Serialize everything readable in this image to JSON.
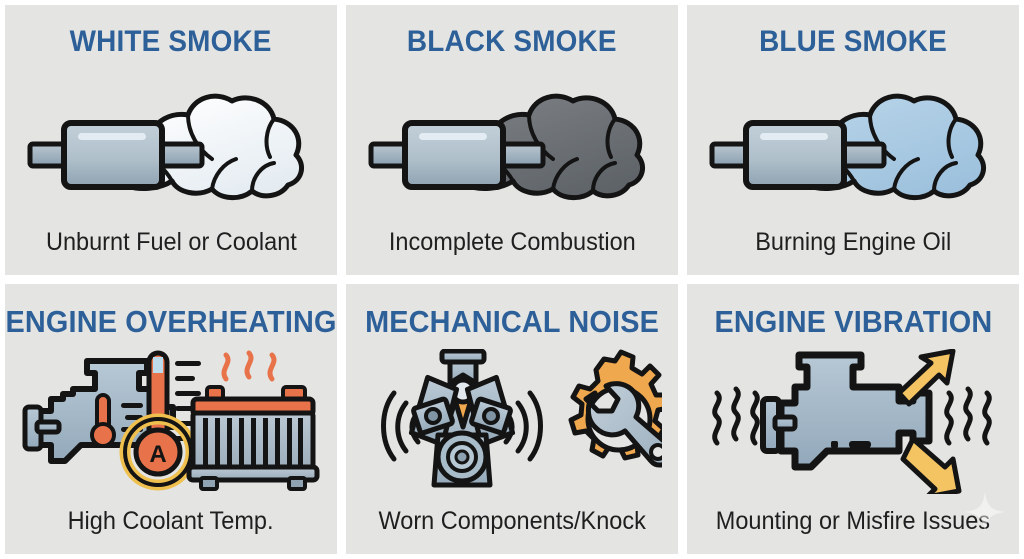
{
  "infographic": {
    "background_color": "#ffffff",
    "panel_background_color": "#e4e4e2",
    "title_color": "#2d6099",
    "caption_color": "#1f1f1f",
    "accent_orange": "#e8734a",
    "accent_gold": "#f0a84e",
    "accent_yellow_arrow": "#f5c462",
    "metal_blue_grey": "#a8bcc9",
    "outline_color": "#141414"
  },
  "panels": [
    {
      "id": "white-smoke",
      "title": "WHITE SMOKE",
      "caption": "Unburnt Fuel or Coolant",
      "icons": [
        "exhaust-muffler-icon",
        "smoke-cloud-icon"
      ],
      "smoke_color": "#f2f6f8",
      "smoke_shadow_color": "#dbe4ea"
    },
    {
      "id": "black-smoke",
      "title": "BLACK SMOKE",
      "caption": "Incomplete Combustion",
      "icons": [
        "exhaust-muffler-icon",
        "smoke-cloud-icon"
      ],
      "smoke_color": "#6e7277",
      "smoke_shadow_color": "#5b6065"
    },
    {
      "id": "blue-smoke",
      "title": "BLUE SMOKE",
      "caption": "Burning Engine Oil",
      "icons": [
        "exhaust-muffler-icon",
        "smoke-cloud-icon"
      ],
      "smoke_color": "#a8c9e2",
      "smoke_shadow_color": "#93b8d6"
    },
    {
      "id": "engine-overheating",
      "title": "ENGINE OVERHEATING",
      "caption": "High Coolant Temp.",
      "icons": [
        "engine-block-icon",
        "thermometer-icon",
        "temperature-gauge-icon",
        "radiator-icon",
        "heat-wave-icon"
      ]
    },
    {
      "id": "mechanical-noise",
      "title": "MECHANICAL NOISE",
      "caption": "Worn Components/Knock",
      "icons": [
        "v-engine-icon",
        "sound-wave-icon",
        "gear-icon",
        "wrench-icon"
      ]
    },
    {
      "id": "engine-vibration",
      "title": "ENGINE VIBRATION",
      "caption": "Mounting or Misfire Issues",
      "icons": [
        "engine-block-icon",
        "vibration-wave-icon",
        "arrow-up-right-icon",
        "arrow-down-right-icon",
        "sparkle-watermark-icon"
      ]
    }
  ]
}
